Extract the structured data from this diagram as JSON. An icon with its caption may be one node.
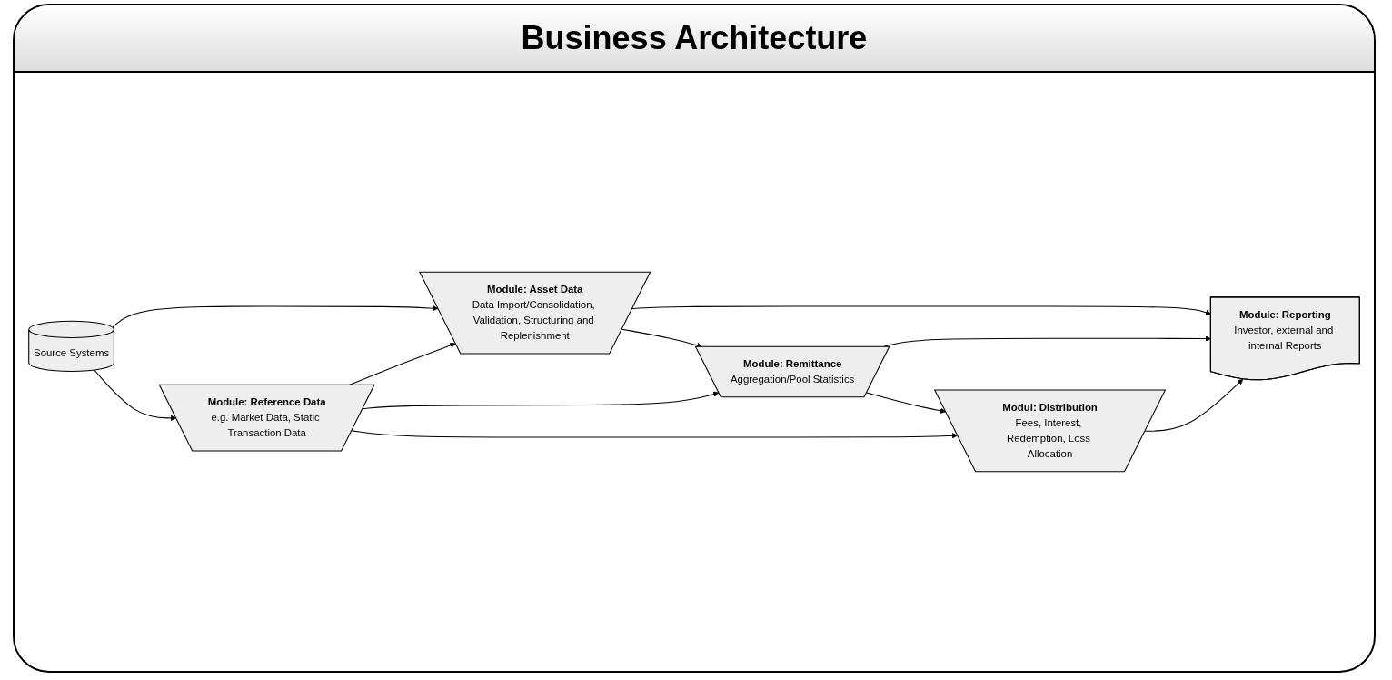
{
  "diagram": {
    "title": "Business Architecture",
    "nodes": [
      {
        "text": [
          "Source Systems"
        ]
      },
      {
        "text": [
          "Module: Reporting",
          "Investor, external and internal Reports"
        ]
      },
      {
        "text": [
          "Module: Asset Data",
          "Data Import/Consolidation, Validation, Structuring and Replenishment"
        ]
      },
      {
        "text": [
          "Module: Remittance",
          "Aggregation/Pool Statistics"
        ]
      },
      {
        "text": [
          "Modul: Distribution",
          "Fees, Interest, Redemption, Loss Allocation"
        ]
      },
      {
        "text": [
          "Module: Reference Data",
          "e.g. Market Data, Static Transaction Data"
        ]
      }
    ],
    "edges": [
      {
        "from": 0,
        "to": 2,
        "arrow": "to"
      },
      {
        "from": 2,
        "to": 1,
        "arrow": "to"
      },
      {
        "from": 3,
        "to": 1,
        "arrow": "to"
      },
      {
        "from": 4,
        "to": 1,
        "arrow": "to"
      },
      {
        "from": 2,
        "to": 3,
        "arrow": "to"
      },
      {
        "from": 3,
        "to": 4,
        "arrow": "to"
      },
      {
        "from": 5,
        "to": 2,
        "arrow": "to"
      },
      {
        "from": 5,
        "to": 3,
        "arrow": "to"
      },
      {
        "from": 5,
        "to": 4,
        "arrow": "to"
      },
      {
        "from": 0,
        "to": 5,
        "arrow": "to"
      }
    ]
  }
}
